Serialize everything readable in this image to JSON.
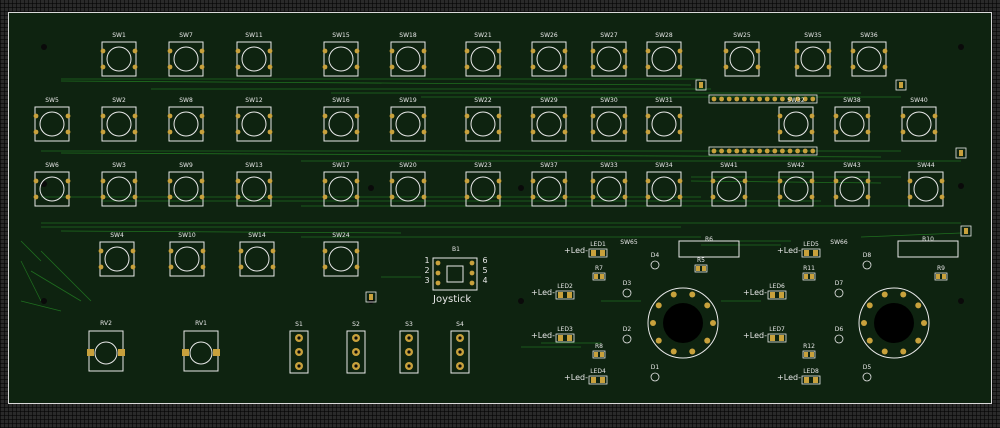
{
  "colors": {
    "board": "#0e2310",
    "silk": "#e8e8e8",
    "pad": "#c8a13c",
    "copper": "#1f6e1f",
    "hole": "#0a0a0a",
    "background": "#2a2a2a"
  },
  "switches": [
    "SW1",
    "SW7",
    "SW11",
    "SW15",
    "SW18",
    "SW21",
    "SW26",
    "SW27",
    "SW28",
    "SW25",
    "SW35",
    "SW36",
    "SW5",
    "SW2",
    "SW8",
    "SW12",
    "SW16",
    "SW19",
    "SW22",
    "SW29",
    "SW30",
    "SW31",
    "SW32",
    "SW38",
    "SW40",
    "SW6",
    "SW3",
    "SW9",
    "SW13",
    "SW17",
    "SW20",
    "SW23",
    "SW37",
    "SW33",
    "SW34",
    "SW41",
    "SW42",
    "SW43",
    "SW44",
    "SW4",
    "SW10",
    "SW14",
    "SW24"
  ],
  "pots": [
    "RV2",
    "RV1"
  ],
  "slide_switches": [
    "S1",
    "S2",
    "S3",
    "S4"
  ],
  "joystick": {
    "ref": "B1",
    "label": "Joystick",
    "pins_left": [
      "1",
      "2",
      "3"
    ],
    "pins_right": [
      "6",
      "5",
      "4"
    ]
  },
  "encoders": [
    "SW65",
    "SW66"
  ],
  "resistors": [
    "R6",
    "R5",
    "R7",
    "R8",
    "R10",
    "R11",
    "R9",
    "R12"
  ],
  "leds": [
    "LED1",
    "LED2",
    "LED3",
    "LED4",
    "LED5",
    "LED6",
    "LED7",
    "LED8"
  ],
  "led_marking": "+Led-",
  "diodes": [
    "D4",
    "D3",
    "D2",
    "D1",
    "D8",
    "D7",
    "D6",
    "D5"
  ]
}
